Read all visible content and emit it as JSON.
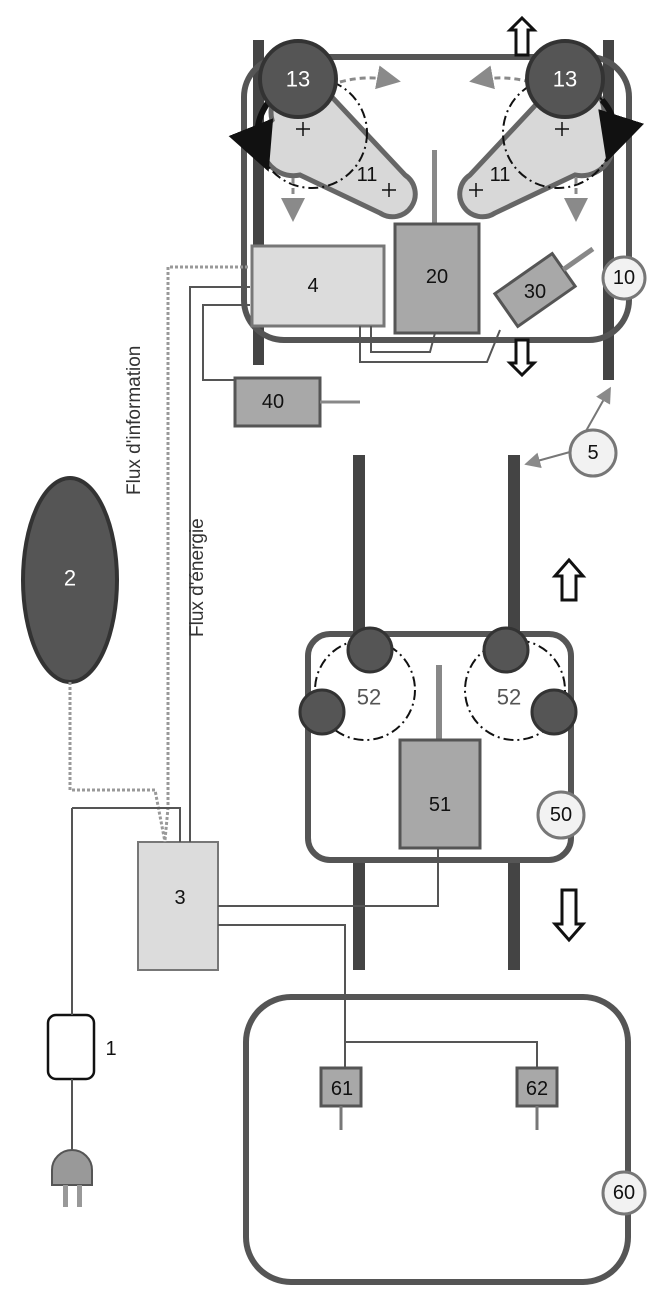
{
  "labels": {
    "plug": "1",
    "oval": "2",
    "controller": "3",
    "box4": "4",
    "pulley_left": "13",
    "pulley_right": "13",
    "arm_left": "11",
    "arm_right": "11",
    "box20": "20",
    "box30": "30",
    "box40": "40",
    "ref5": "5",
    "ref10": "10",
    "ref50": "50",
    "box51": "51",
    "wheel_left": "52",
    "wheel_right": "52",
    "ref60": "60",
    "box61": "61",
    "box62": "62"
  },
  "flows": {
    "information": "Flux d'information",
    "energy": "Flux d'énergie"
  },
  "colors": {
    "dark": "#555555",
    "frame": "#555555",
    "light_box": "#dcdcdc",
    "mid_box": "#a8a8a8",
    "arrow_grey": "#8a8a8a"
  }
}
